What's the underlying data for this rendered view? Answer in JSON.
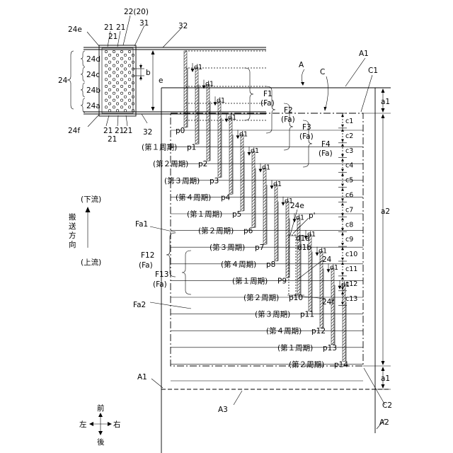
{
  "labels": {
    "l24e": "24e",
    "l21a": "21",
    "l21b": "21",
    "l21c": "21",
    "l22": "22(20)",
    "l31": "31",
    "l32a": "32",
    "lA1a": "A1",
    "lA": "A",
    "lC": "C",
    "lC1": "C1",
    "l24d": "24d",
    "l24c": "24c",
    "l24b": "24b",
    "l24a": "24a",
    "l24": "24",
    "lb": "b",
    "le": "e",
    "l24f": "24f",
    "l21d": "21",
    "l21e": "21",
    "l21f": "21",
    "l21g": "21",
    "l32b": "32",
    "la1a": "a1",
    "la2": "a2",
    "la1b": "a1",
    "lF1": "F1",
    "lF1a": "(Fa)",
    "lF2": "F2",
    "lF2a": "(Fa)",
    "lF3": "F3",
    "lF3a": "(Fa)",
    "lF4": "F4",
    "lF4a": "(Fa)",
    "lFa1": "Fa1",
    "lF12": "F12",
    "lF12a": "(Fa)",
    "lF13": "F13",
    "lF13a": "(Fa)",
    "lFa2": "Fa2",
    "l24e2": "24e",
    "lpstar": "p'",
    "ld1a": "d1a",
    "ld1b": "d1b",
    "l24_2": "24",
    "l24f2": "24f",
    "lA1b": "A1",
    "lA3": "A3",
    "lC2": "C2",
    "lA2": "A2",
    "flow_down": "(下流)",
    "flow_dir": "搬送方向",
    "flow_up": "(上流)",
    "dir_front": "前",
    "dir_left": "左",
    "dir_right": "右",
    "dir_back": "後"
  },
  "rows": [
    {
      "left": "",
      "p": "p0",
      "d1": "d1",
      "c": "c1"
    },
    {
      "left": "(第１周期)",
      "p": "p1",
      "d1": "d1",
      "c": "c2"
    },
    {
      "left": "(第２周期)",
      "p": "p2",
      "d1": "d1",
      "c": "c3"
    },
    {
      "left": "(第３周期)",
      "p": "p3",
      "d1": "d1",
      "c": "c4"
    },
    {
      "left": "(第４周期)",
      "p": "p4",
      "d1": "d1",
      "c": "c5"
    },
    {
      "left": "(第１周期)",
      "p": "p5",
      "d1": "d1",
      "c": "c6"
    },
    {
      "left": "(第２周期)",
      "p": "p6",
      "d1": "d1",
      "c": "c7"
    },
    {
      "left": "(第３周期)",
      "p": "p7",
      "d1": "d1",
      "c": "c8"
    },
    {
      "left": "(第４周期)",
      "p": "p8",
      "d1": "d1",
      "c": "c9"
    },
    {
      "left": "(第１周期)",
      "p": "P9",
      "d1": "d1",
      "c": "c10"
    },
    {
      "left": "(第２周期)",
      "p": "p10",
      "d1": "d1",
      "c": "c11"
    },
    {
      "left": "(第３周期)",
      "p": "p11",
      "d1": "d1",
      "c": "c12"
    },
    {
      "left": "(第４周期)",
      "p": "p12",
      "d1": "d1",
      "c": "c13"
    },
    {
      "left": "(第１周期)",
      "p": "p13",
      "d1": "d1",
      "c": ""
    },
    {
      "left": "(第２周期)",
      "p": "p14",
      "d1": "",
      "c": ""
    }
  ]
}
